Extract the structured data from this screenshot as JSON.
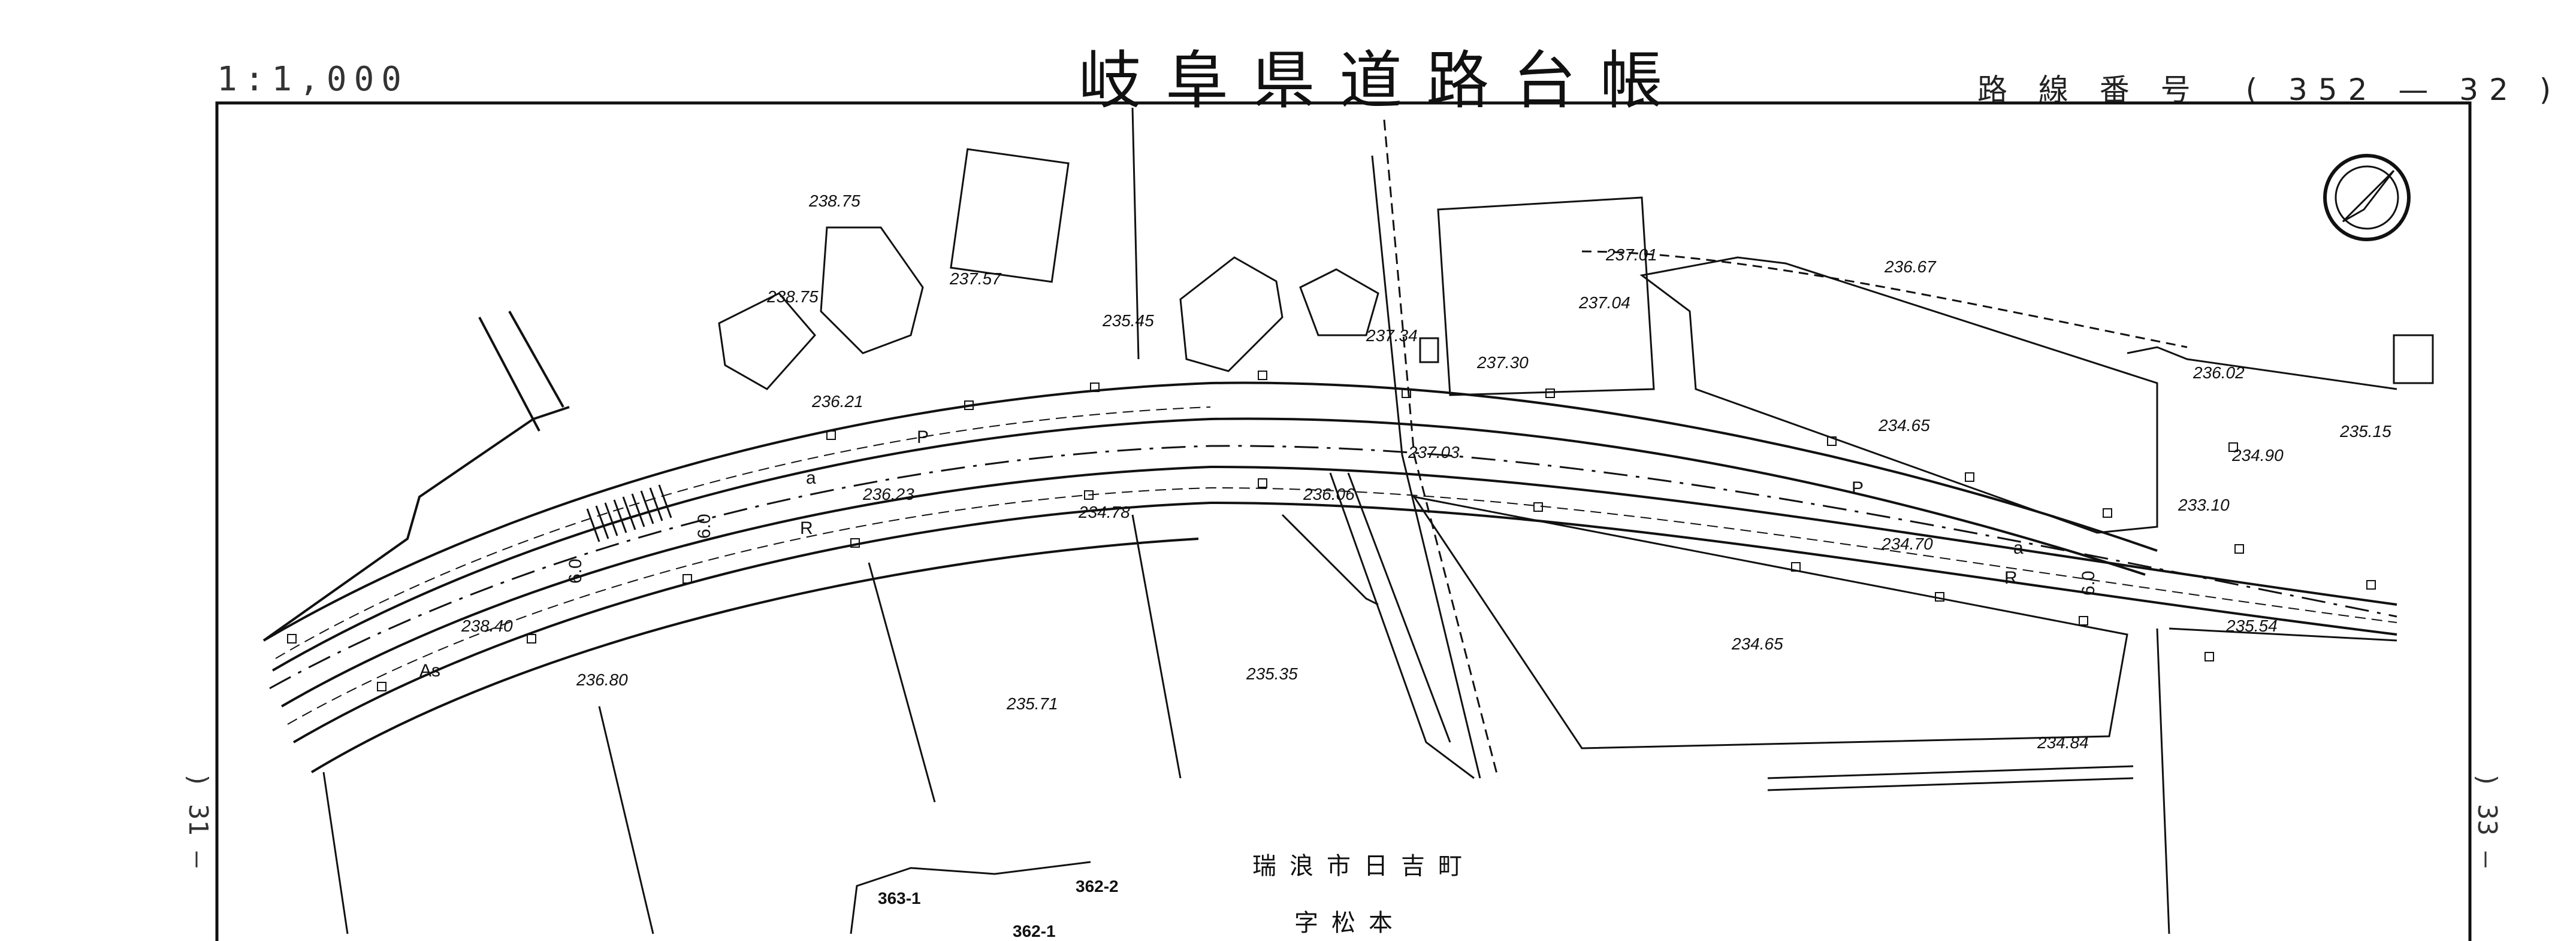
{
  "sheet": {
    "title": "岐阜県道路台帳",
    "scale": "1:1,000",
    "route_label": "路 線 番 号",
    "route_number": "( 352 — 32 )",
    "adjacent_left": ") 31 —",
    "adjacent_right": ") 33 —"
  },
  "place": {
    "city_town": "瑞浪市日吉町",
    "aza": "字松本"
  },
  "lots": [
    "363-1",
    "362-2",
    "362-1"
  ],
  "spot_elevations": [
    "238.75",
    "238.75",
    "237.57",
    "236.21",
    "235.45",
    "237.34",
    "237.01",
    "237.04",
    "237.30",
    "236.67",
    "236.23",
    "234.78",
    "237.03",
    "236.06",
    "234.65",
    "234.70",
    "236.02",
    "234.90",
    "235.15",
    "233.10",
    "238.40",
    "236.80",
    "235.71",
    "235.35",
    "234.65",
    "234.84",
    "235.54"
  ],
  "road_marks": {
    "p_left": "P",
    "p_right": "P",
    "r_left": "R",
    "r_right": "R",
    "a_left": "a",
    "a_right": "a",
    "as_label": "As",
    "width_1": "6.0",
    "width_2": "6.0",
    "width_3": "6.0"
  },
  "icons": [
    "north-arrow-icon",
    "manhole-icon"
  ]
}
